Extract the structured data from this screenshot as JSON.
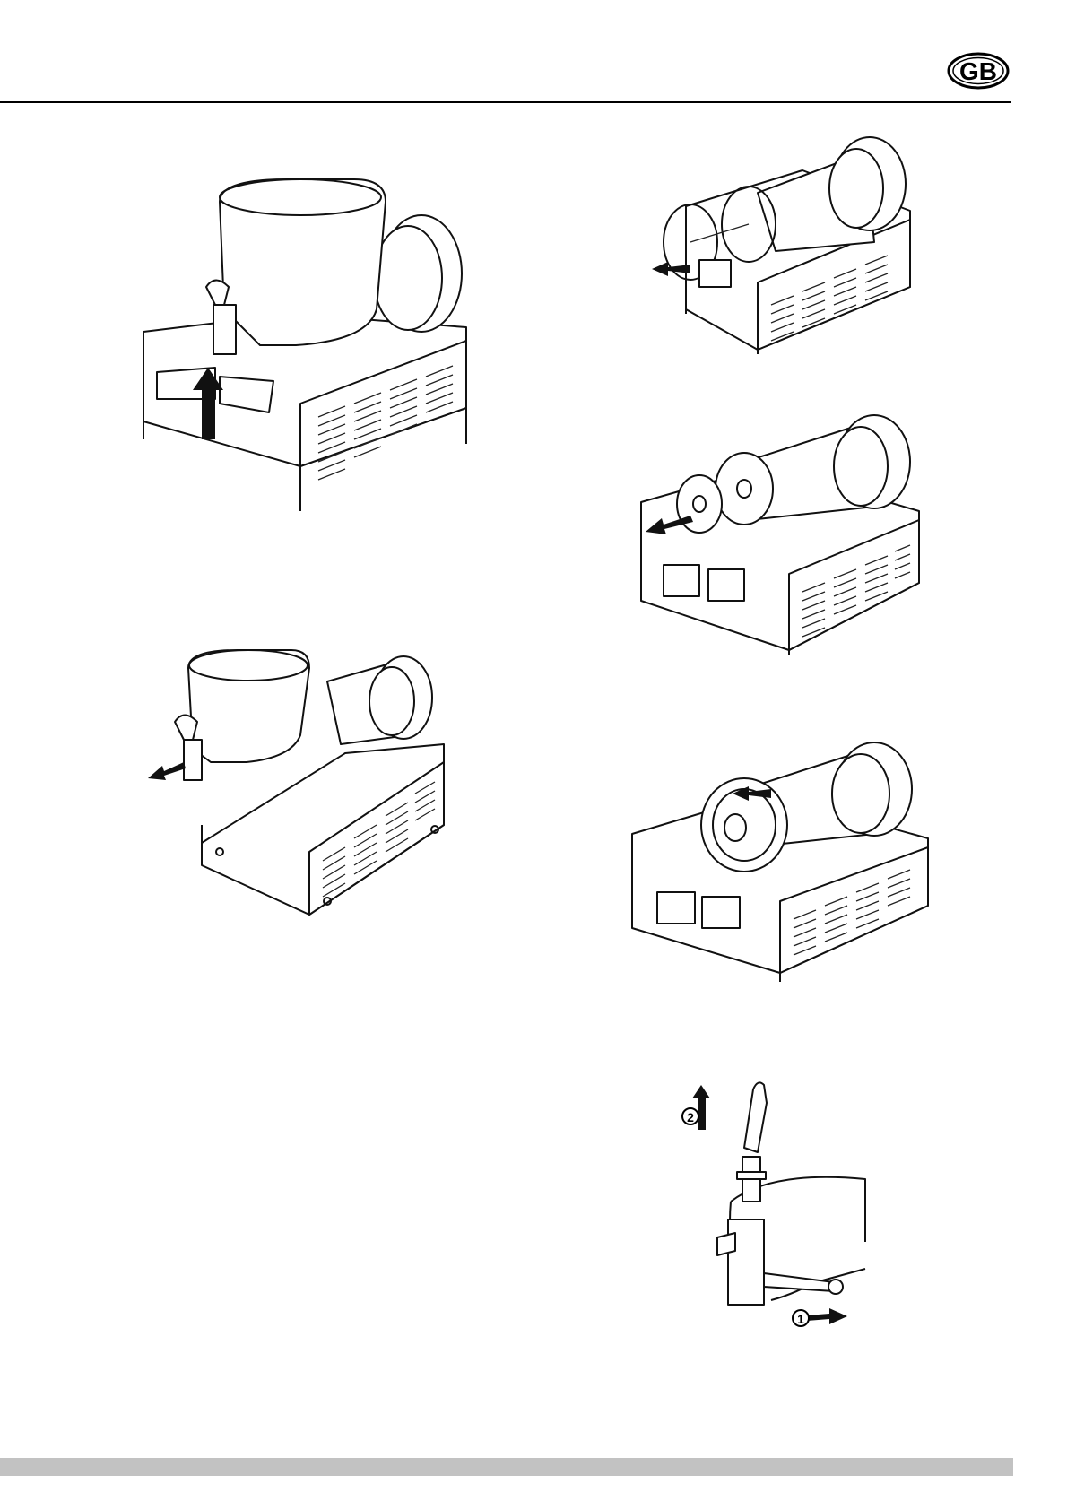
{
  "page": {
    "language_badge": "GB"
  },
  "figures": [
    {
      "name": "fig-insert-bowl"
    },
    {
      "name": "fig-remove-auger-cover"
    },
    {
      "name": "fig-remove-bowl"
    },
    {
      "name": "fig-remove-auger"
    },
    {
      "name": "fig-remove-seal"
    },
    {
      "name": "fig-tap-disassembly",
      "step_labels": [
        "1",
        "2"
      ]
    }
  ],
  "colors": {
    "rule": "#000000",
    "footer_bar": "#c2c2c2",
    "badge_fill": "#ffffff"
  }
}
